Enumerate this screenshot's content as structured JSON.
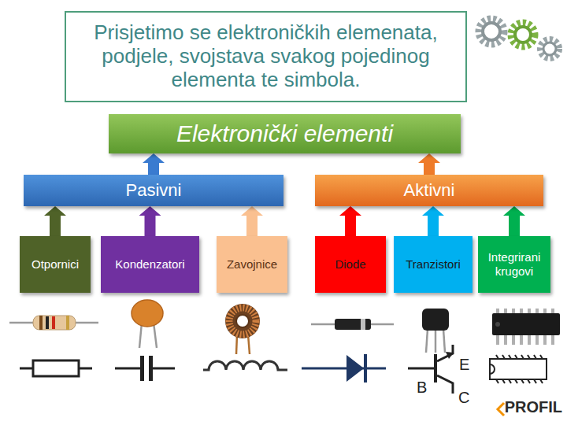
{
  "diagram": {
    "title": "Prisjetimo se elektroničkih elemenata, podjele, svojstava svakog pojedinog elementa te simbola.",
    "nodes": [
      {
        "text": [
          "Elektronički elementi"
        ]
      },
      {
        "text": [
          "Pasivni"
        ]
      },
      {
        "text": [
          "Aktivni"
        ]
      },
      {
        "text": [
          "Otpornici"
        ]
      },
      {
        "text": [
          "Kondenzatori"
        ]
      },
      {
        "text": [
          "Zavojnice"
        ]
      },
      {
        "text": [
          "Diode"
        ]
      },
      {
        "text": [
          "Tranzistori"
        ]
      },
      {
        "text": [
          "Integrirani krugovi"
        ]
      }
    ],
    "edges": [
      {
        "from": 1,
        "to": 0,
        "arrow": "to"
      },
      {
        "from": 2,
        "to": 0,
        "arrow": "to"
      },
      {
        "from": 3,
        "to": 1,
        "arrow": "to"
      },
      {
        "from": 4,
        "to": 1,
        "arrow": "to"
      },
      {
        "from": 5,
        "to": 1,
        "arrow": "to"
      },
      {
        "from": 6,
        "to": 2,
        "arrow": "to"
      },
      {
        "from": 7,
        "to": 2,
        "arrow": "to"
      },
      {
        "from": 8,
        "to": 2,
        "arrow": "to"
      }
    ],
    "labels": [
      "E",
      "B",
      "C",
      "PROFIL"
    ]
  }
}
